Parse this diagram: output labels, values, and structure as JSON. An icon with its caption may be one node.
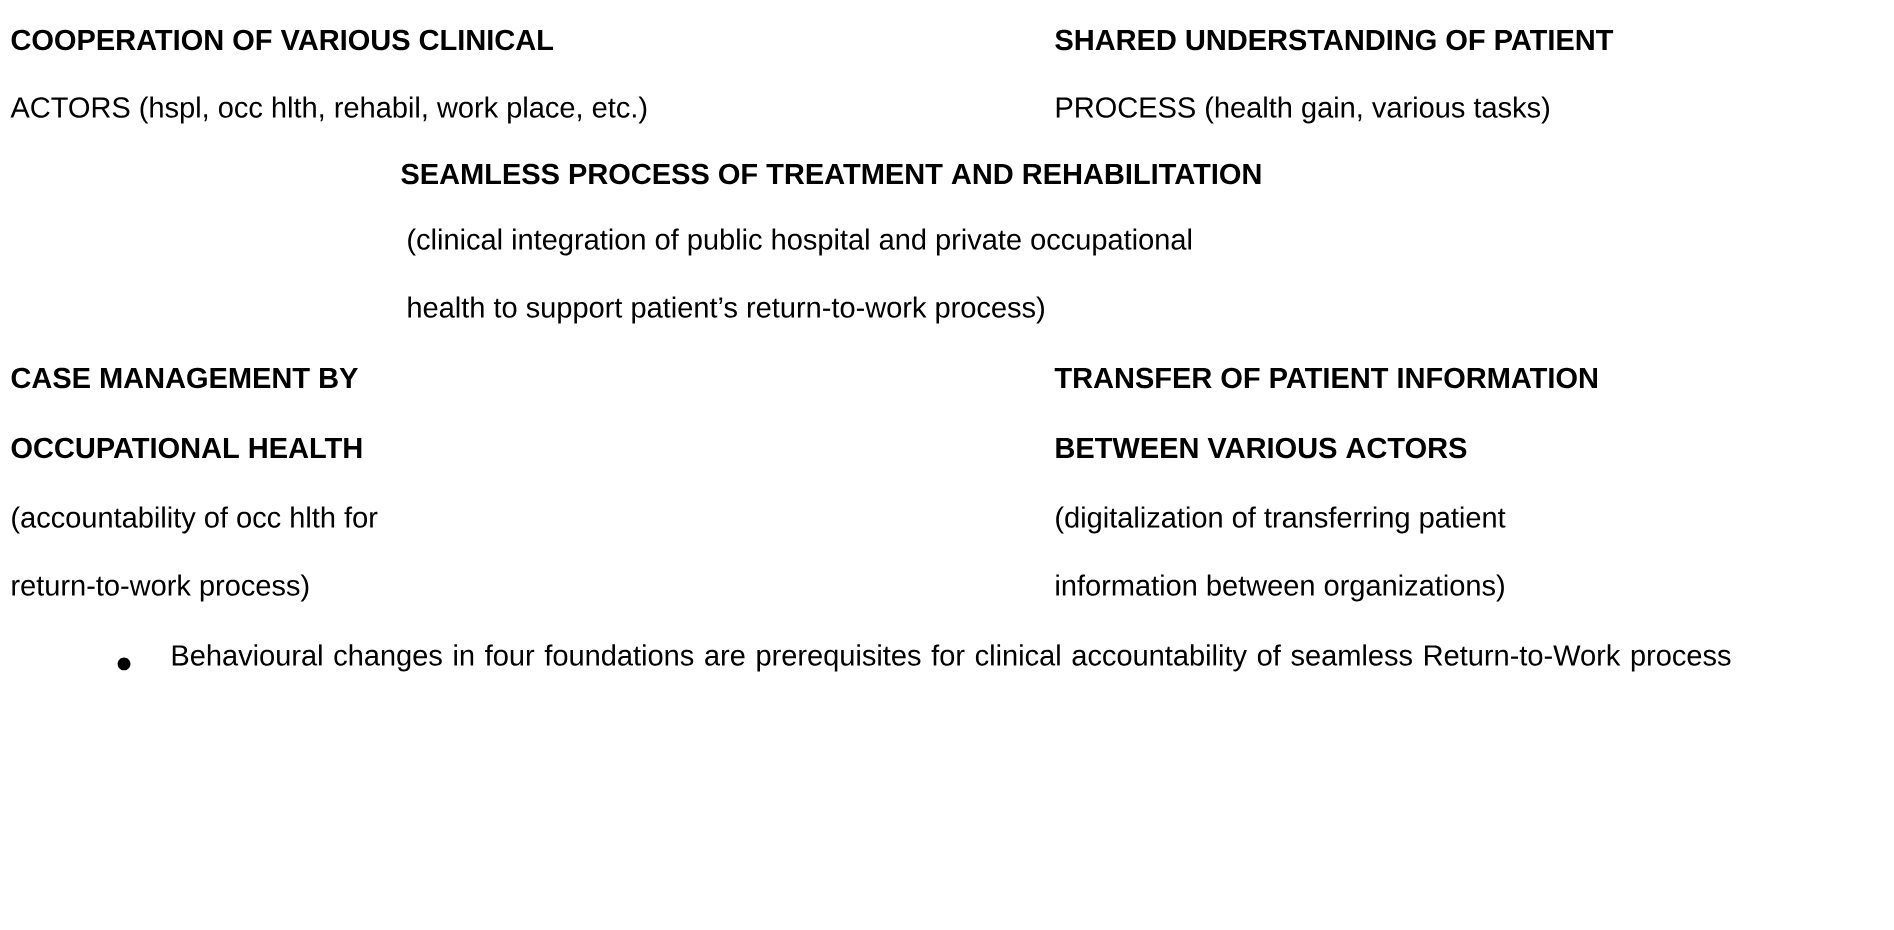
{
  "diagram": {
    "labels": [
      "COOPERATION OF VARIOUS CLINICAL",
      "SHARED UNDERSTANDING OF PATIENT",
      "ACTORS (hspl, occ hlth, rehabil, work place, etc.)",
      "PROCESS (health gain, various tasks)",
      "SEAMLESS PROCESS OF TREATMENT AND REHABILITATION",
      "(clinical integration of public hospital and private occupational",
      "health to support patient’s return-to-work process)",
      "CASE MANAGEMENT BY",
      "TRANSFER OF PATIENT INFORMATION",
      "OCCUPATIONAL HEALTH",
      "BETWEEN VARIOUS ACTORS",
      "(accountability of occ hlth for",
      "(digitalization of transferring patient",
      "return-to-work process)",
      "information between organizations)",
      "Behavioural changes in four foundations are prerequisites for clinical accountability of seamless Return-to-Work process"
    ]
  }
}
